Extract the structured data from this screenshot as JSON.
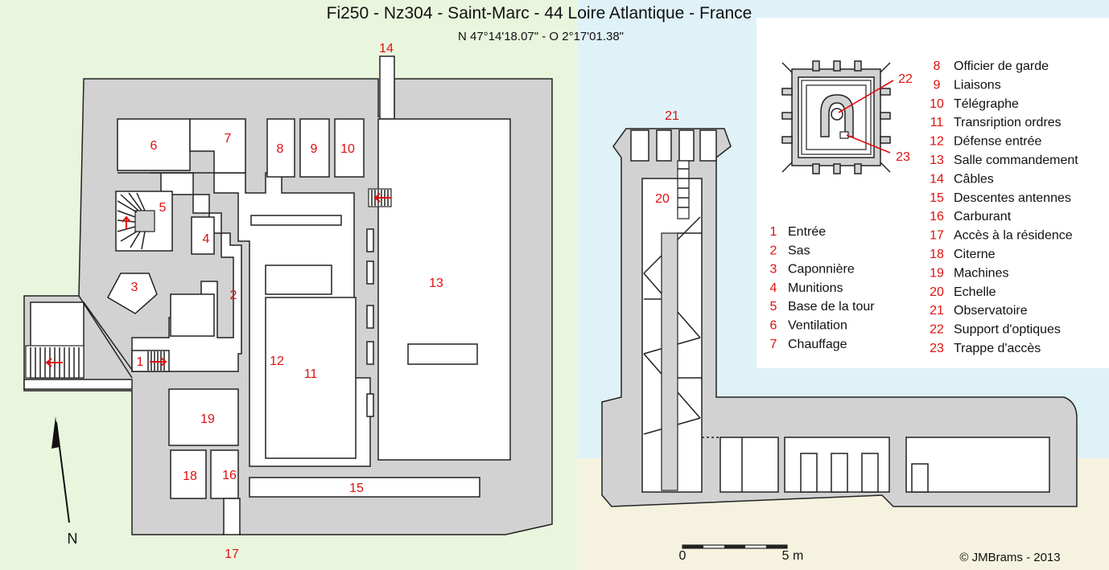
{
  "title": "Fi250 - Nz304 - Saint-Marc - 44 Loire Atlantique - France",
  "coordinates": "N 47°14'18.07\" - O 2°17'01.38\"",
  "colors": {
    "left_bg": "#eaf5dd",
    "sky_bg": "#dff2f8",
    "ground_bg": "#f5f3df",
    "wall": "#d2d2d2",
    "room": "#ffffff",
    "label_red": "#e01010"
  },
  "plan_labels": {
    "r1": "1",
    "r2": "2",
    "r3": "3",
    "r4": "4",
    "r5": "5",
    "r6": "6",
    "r7": "7",
    "r8": "8",
    "r9": "9",
    "r10": "10",
    "r11": "11",
    "r12": "12",
    "r13": "13",
    "r14": "14",
    "r15": "15",
    "r16": "16",
    "r17": "17",
    "r18": "18",
    "r19": "19"
  },
  "north_label": "N",
  "section_labels": {
    "r20": "20",
    "r21": "21",
    "r22": "22",
    "r23": "23"
  },
  "legend_left": [
    {
      "num": "1",
      "text": "Entrée"
    },
    {
      "num": "2",
      "text": "Sas"
    },
    {
      "num": "3",
      "text": "Caponnière"
    },
    {
      "num": "4",
      "text": "Munitions"
    },
    {
      "num": "5",
      "text": "Base de la tour"
    },
    {
      "num": "6",
      "text": "Ventilation"
    },
    {
      "num": "7",
      "text": "Chauffage"
    }
  ],
  "legend_right": [
    {
      "num": "8",
      "text": "Officier de garde"
    },
    {
      "num": "9",
      "text": "Liaisons"
    },
    {
      "num": "10",
      "text": "Télégraphe"
    },
    {
      "num": "11",
      "text": "Transription ordres"
    },
    {
      "num": "12",
      "text": "Défense entrée"
    },
    {
      "num": "13",
      "text": "Salle commandement"
    },
    {
      "num": "14",
      "text": "Câbles"
    },
    {
      "num": "15",
      "text": "Descentes antennes"
    },
    {
      "num": "16",
      "text": "Carburant"
    },
    {
      "num": "17",
      "text": "Accès à la résidence"
    },
    {
      "num": "18",
      "text": "Citerne"
    },
    {
      "num": "19",
      "text": "Machines"
    },
    {
      "num": "20",
      "text": "Echelle"
    },
    {
      "num": "21",
      "text": "Observatoire"
    },
    {
      "num": "22",
      "text": "Support d'optiques"
    },
    {
      "num": "23",
      "text": "Trappe  d'accès"
    }
  ],
  "scale": {
    "zero": "0",
    "five": "5 m"
  },
  "copyright": "©  JMBrams  -  2013"
}
